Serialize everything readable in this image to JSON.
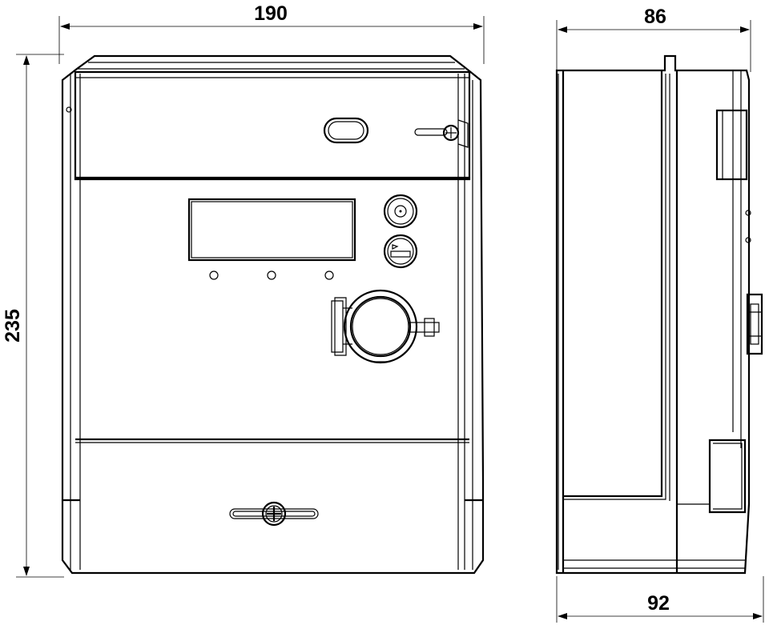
{
  "dimensions": {
    "front_width": "190",
    "front_height": "235",
    "side_top_depth": "86",
    "side_bottom_depth": "92"
  },
  "views": {
    "front": {
      "indicator_leds": 3,
      "components": [
        "display-window",
        "optical-port",
        "button-top",
        "button-bottom",
        "seal-screw-top",
        "seal-screw-bottom",
        "terminal-cover"
      ]
    },
    "side": {
      "components": [
        "din-rail-clip",
        "upper-bracket"
      ]
    }
  },
  "colors": {
    "line": "#000000",
    "background": "#ffffff"
  }
}
